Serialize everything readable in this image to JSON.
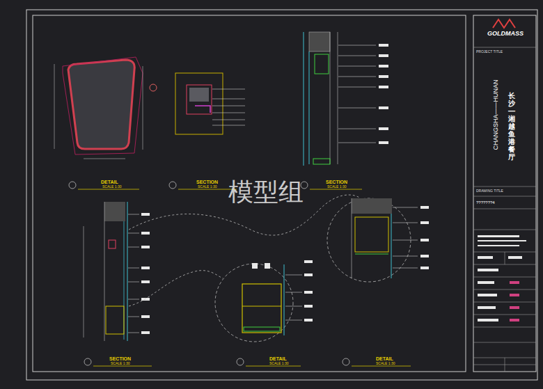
{
  "diagram": {
    "labels": [
      "DETAIL",
      "SCALE 1:30",
      "SECTION",
      "SCALE 1:30",
      "SECTION",
      "SCALE 1:30",
      "SECTION",
      "SCALE 1:30",
      "DETAIL",
      "SCALE 1:30",
      "DETAIL",
      "SCALE 1:30",
      "模型组",
      "GOLDMASS",
      "PROJECT TITLE",
      "CHANGSHA——HUNAN",
      "长沙—湘越鱼港餐厅",
      "DRAWING TITLE",
      "???????4"
    ]
  }
}
